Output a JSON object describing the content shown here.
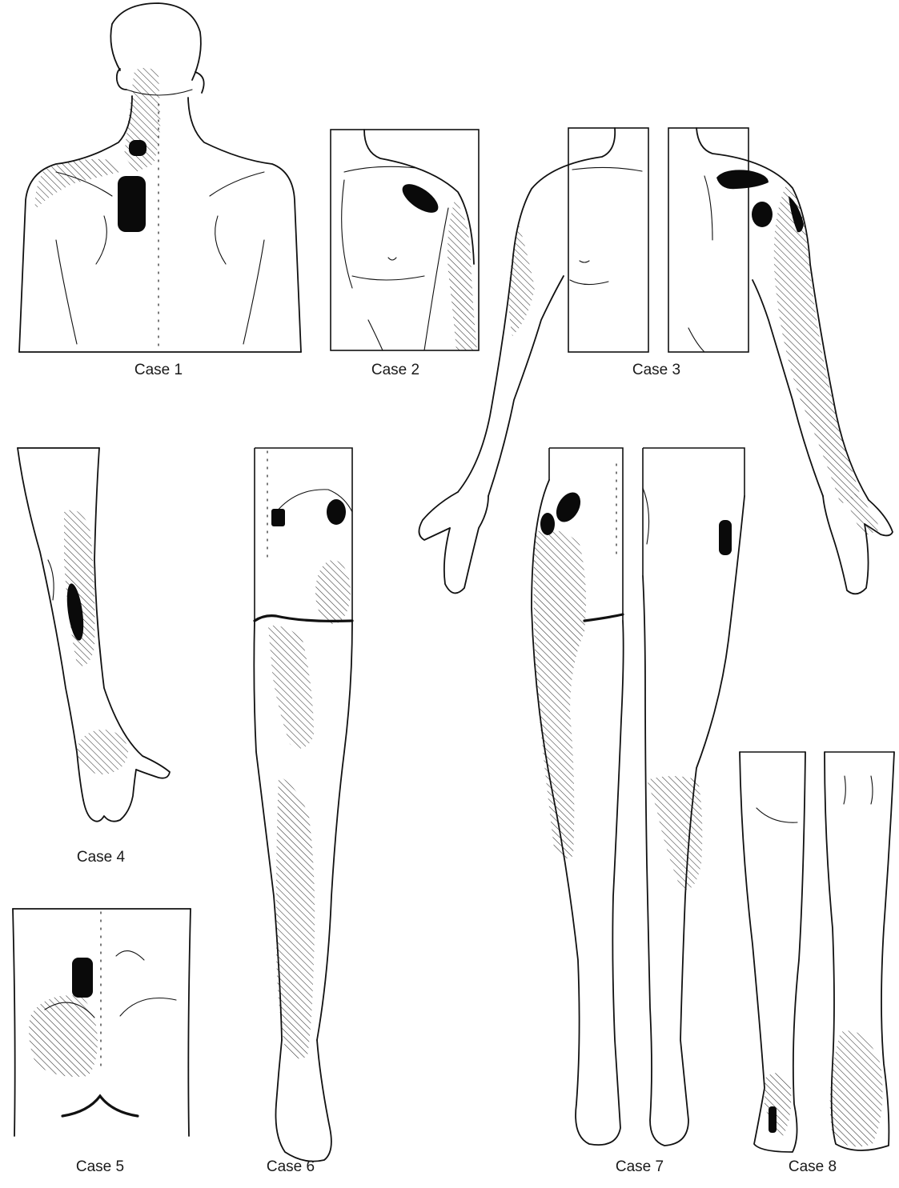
{
  "cases": [
    {
      "id": 1,
      "label": "Case 1"
    },
    {
      "id": 2,
      "label": "Case 2"
    },
    {
      "id": 3,
      "label": "Case 3"
    },
    {
      "id": 4,
      "label": "Case 4"
    },
    {
      "id": 5,
      "label": "Case 5"
    },
    {
      "id": 6,
      "label": "Case 6"
    },
    {
      "id": 7,
      "label": "Case 7"
    },
    {
      "id": 8,
      "label": "Case 8"
    }
  ],
  "legend_colors": {
    "trigger_point": "#0a0a0a",
    "referred_pain_hatch": "#333333",
    "outline": "#111111"
  }
}
